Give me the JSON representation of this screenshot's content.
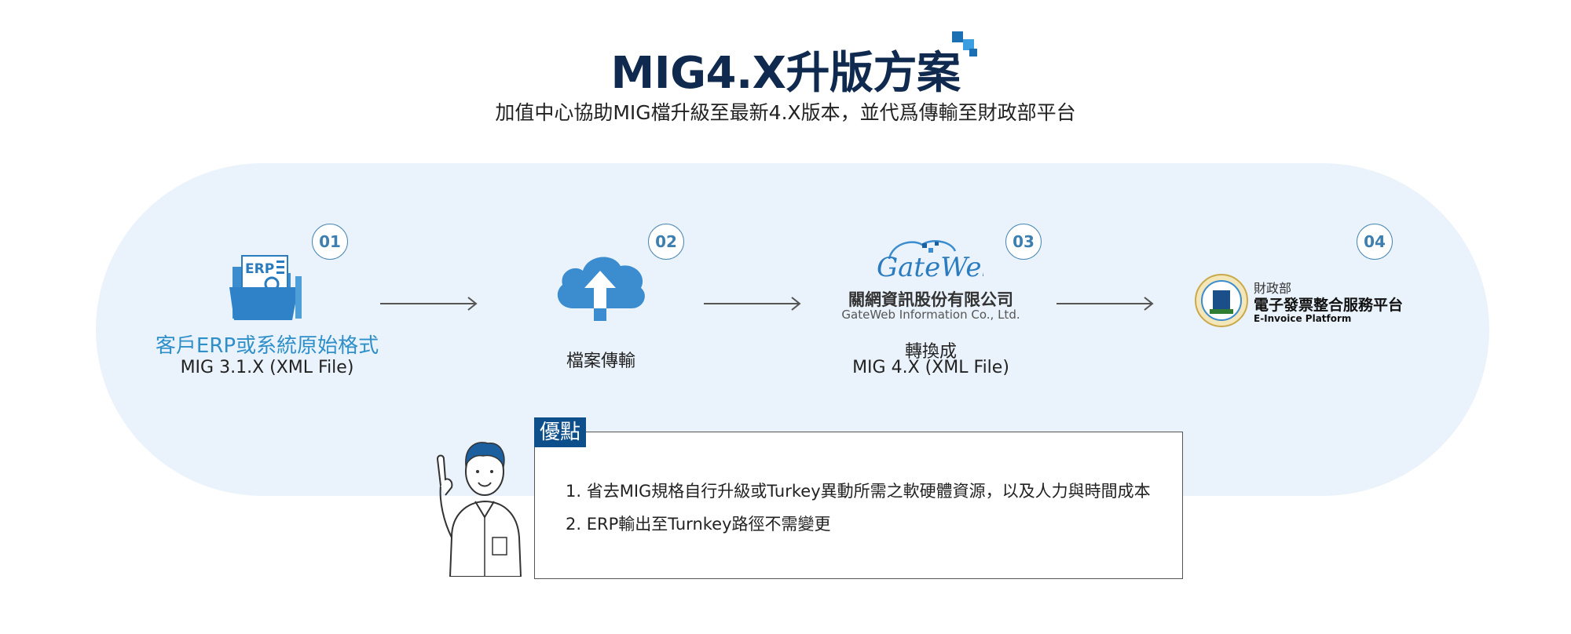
{
  "title": "MIG4.X升版方案",
  "subtitle": "加值中心協助MIG檔升級至最新4.X版本，並代爲傳輸至財政部平台",
  "steps": [
    {
      "num": "01",
      "label_main": "客戶ERP或系統原始格式",
      "label_sub": "MIG 3.1.X (XML File)",
      "icon": "erp-folder-icon",
      "icon_text": "ERP"
    },
    {
      "num": "02",
      "label_main": "檔案傳輸",
      "icon": "cloud-upload-icon"
    },
    {
      "num": "03",
      "label_main": "轉換成",
      "label_sub": "MIG 4.X (XML File)",
      "logo_text": "GateWeb",
      "company_cn": "關網資訊股份有限公司",
      "company_en": "GateWeb Information Co., Ltd."
    },
    {
      "num": "04",
      "org": "財政部",
      "platform_cn": "電子發票整合服務平台",
      "platform_en": "E-Invoice Platform"
    }
  ],
  "advantages": {
    "tag": "優點",
    "items": [
      "1. 省去MIG規格自行升級或Turkey異動所需之軟硬體資源，以及人力與時間成本",
      "2. ERP輸出至Turnkey路徑不需變更"
    ]
  },
  "colors": {
    "title": "#0f2a4e",
    "accent": "#2e8fc9",
    "band": "#eaf3fb",
    "tag_bg": "#0d4f8b"
  }
}
